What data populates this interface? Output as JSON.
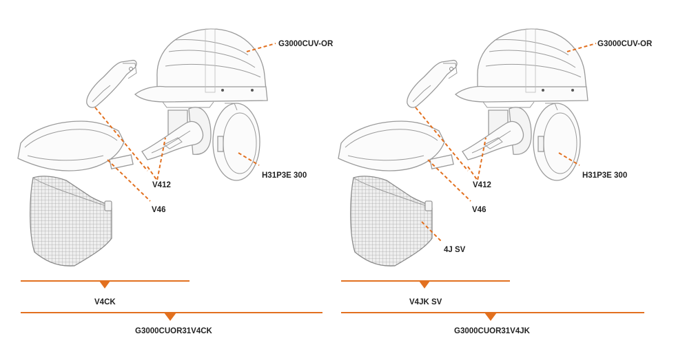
{
  "colors": {
    "accent": "#e2701f",
    "outline": "#9a9a9a",
    "text": "#222222"
  },
  "left": {
    "labels": {
      "helmet": "G3000CUV-OR",
      "earmuff": "H31P3E 300",
      "adapter": "V412",
      "visor_carrier": "V46"
    },
    "bar_short": "V4CK",
    "bar_long": "G3000CUOR31V4CK"
  },
  "right": {
    "labels": {
      "helmet": "G3000CUV-OR",
      "earmuff": "H31P3E 300",
      "adapter": "V412",
      "visor_carrier": "V46",
      "mesh_visor": "4J SV"
    },
    "bar_short": "V4JK SV",
    "bar_long": "G3000CUOR31V4JK"
  }
}
